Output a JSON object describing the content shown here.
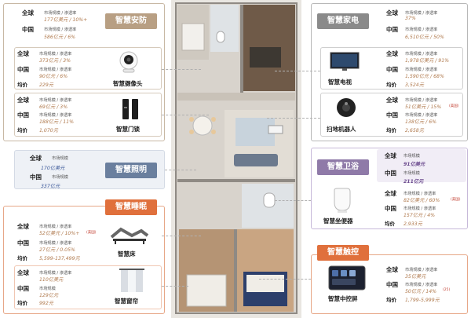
{
  "colors": {
    "security": "#b89f83",
    "appliance": "#8a8a8a",
    "lighting": "#6a7f9e",
    "sleep": "#e0703c",
    "bath": "#8f7aa8",
    "touch": "#e0703c"
  },
  "security": {
    "title": "智慧安防",
    "global_label": "全球",
    "global_sub": "市场规模 / 渗透率",
    "global_val": "177亿美元 / 10%+",
    "china_label": "中国",
    "china_sub": "市场规模 / 渗透率",
    "china_val": "586亿元 / 6%",
    "camera": {
      "name": "智慧摄像头",
      "global_label": "全球",
      "global_sub": "市场规模 / 渗透率",
      "global_val": "373亿元 / 3%",
      "china_label": "中国",
      "china_sub": "市场规模 / 渗透率",
      "china_val": "90亿元 / 6%",
      "avg_label": "均价",
      "avg_val": "229元"
    },
    "lock": {
      "name": "智慧门锁",
      "global_label": "全球",
      "global_sub": "市场规模 / 渗透率",
      "global_val": "69亿元 / 3%",
      "china_label": "中国",
      "china_sub": "市场规模 / 渗透率",
      "china_val": "188亿元 / 11%",
      "avg_label": "均价",
      "avg_val": "1,070元"
    }
  },
  "lighting": {
    "title": "智慧照明",
    "global_label": "全球",
    "global_sub": "市场规模",
    "global_val": "170亿美元",
    "china_label": "中国",
    "china_sub": "市场规模",
    "china_val": "337亿元"
  },
  "sleep": {
    "title": "智慧睡眠",
    "bed": {
      "name": "智慧床",
      "global_label": "全球",
      "global_sub": "市场规模 / 渗透率",
      "global_val": "52亿美元 / 10%+",
      "global_note": "(美国)",
      "china_label": "中国",
      "china_sub": "市场规模 / 渗透率",
      "china_val": "27亿元 / 0.05%",
      "avg_label": "均价",
      "avg_val": "5,599-137,499元"
    },
    "curtain": {
      "name": "智慧窗帘",
      "global_label": "全球",
      "global_sub": "市场规模 / 渗透率",
      "global_val": "110亿美元",
      "china_label": "中国",
      "china_sub": "市场规模",
      "china_val": "129亿元",
      "avg_label": "均价",
      "avg_val": "992元"
    }
  },
  "appliance": {
    "title": "智慧家电",
    "global_label": "全球",
    "global_sub": "市场规模 / 渗透率",
    "global_val": "37%",
    "china_label": "中国",
    "china_sub": "市场规模 / 渗透率",
    "china_val": "6,510亿元 / 50%",
    "tv": {
      "name": "智慧电视",
      "global_label": "全球",
      "global_sub": "市场规模 / 渗透率",
      "global_val": "1,978亿美元 / 91%",
      "china_label": "中国",
      "china_sub": "市场规模 / 渗透率",
      "china_val": "1,590亿元 / 68%",
      "avg_label": "均价",
      "avg_val": "3,524元"
    },
    "robot": {
      "name": "扫地机器人",
      "global_label": "全球",
      "global_sub": "市场规模 / 渗透率",
      "global_val": "51亿美元 / 15%",
      "global_note": "(美国)",
      "china_label": "中国",
      "china_sub": "市场规模 / 渗透率",
      "china_val": "138亿元 / 6%",
      "avg_label": "均价",
      "avg_val": "2,658元"
    }
  },
  "bath": {
    "title": "智慧卫浴",
    "global_label": "全球",
    "global_sub": "市场规模",
    "global_val": "91亿美元",
    "china_label": "中国",
    "china_sub": "市场规模",
    "china_val": "211亿元",
    "toilet": {
      "name": "智慧坐便器",
      "global_label": "全球",
      "global_sub": "市场规模 / 渗透率",
      "global_val": "82亿美元 / 60%",
      "global_note": "(美国)",
      "china_label": "中国",
      "china_sub": "市场规模 / 渗透率",
      "china_val": "157亿元 / 4%",
      "avg_label": "均价",
      "avg_val": "2,933元"
    }
  },
  "touch": {
    "title": "智慧触控",
    "screen": {
      "name": "智慧中控屏",
      "global_label": "全球",
      "global_sub": "市场规模 / 渗透率",
      "global_val": "35亿美元",
      "china_label": "中国",
      "china_sub": "市场规模 / 渗透率",
      "china_val": "50亿元 / 14%",
      "china_note": "(25)",
      "avg_label": "均价",
      "avg_val": "1,799-5,999元"
    }
  }
}
